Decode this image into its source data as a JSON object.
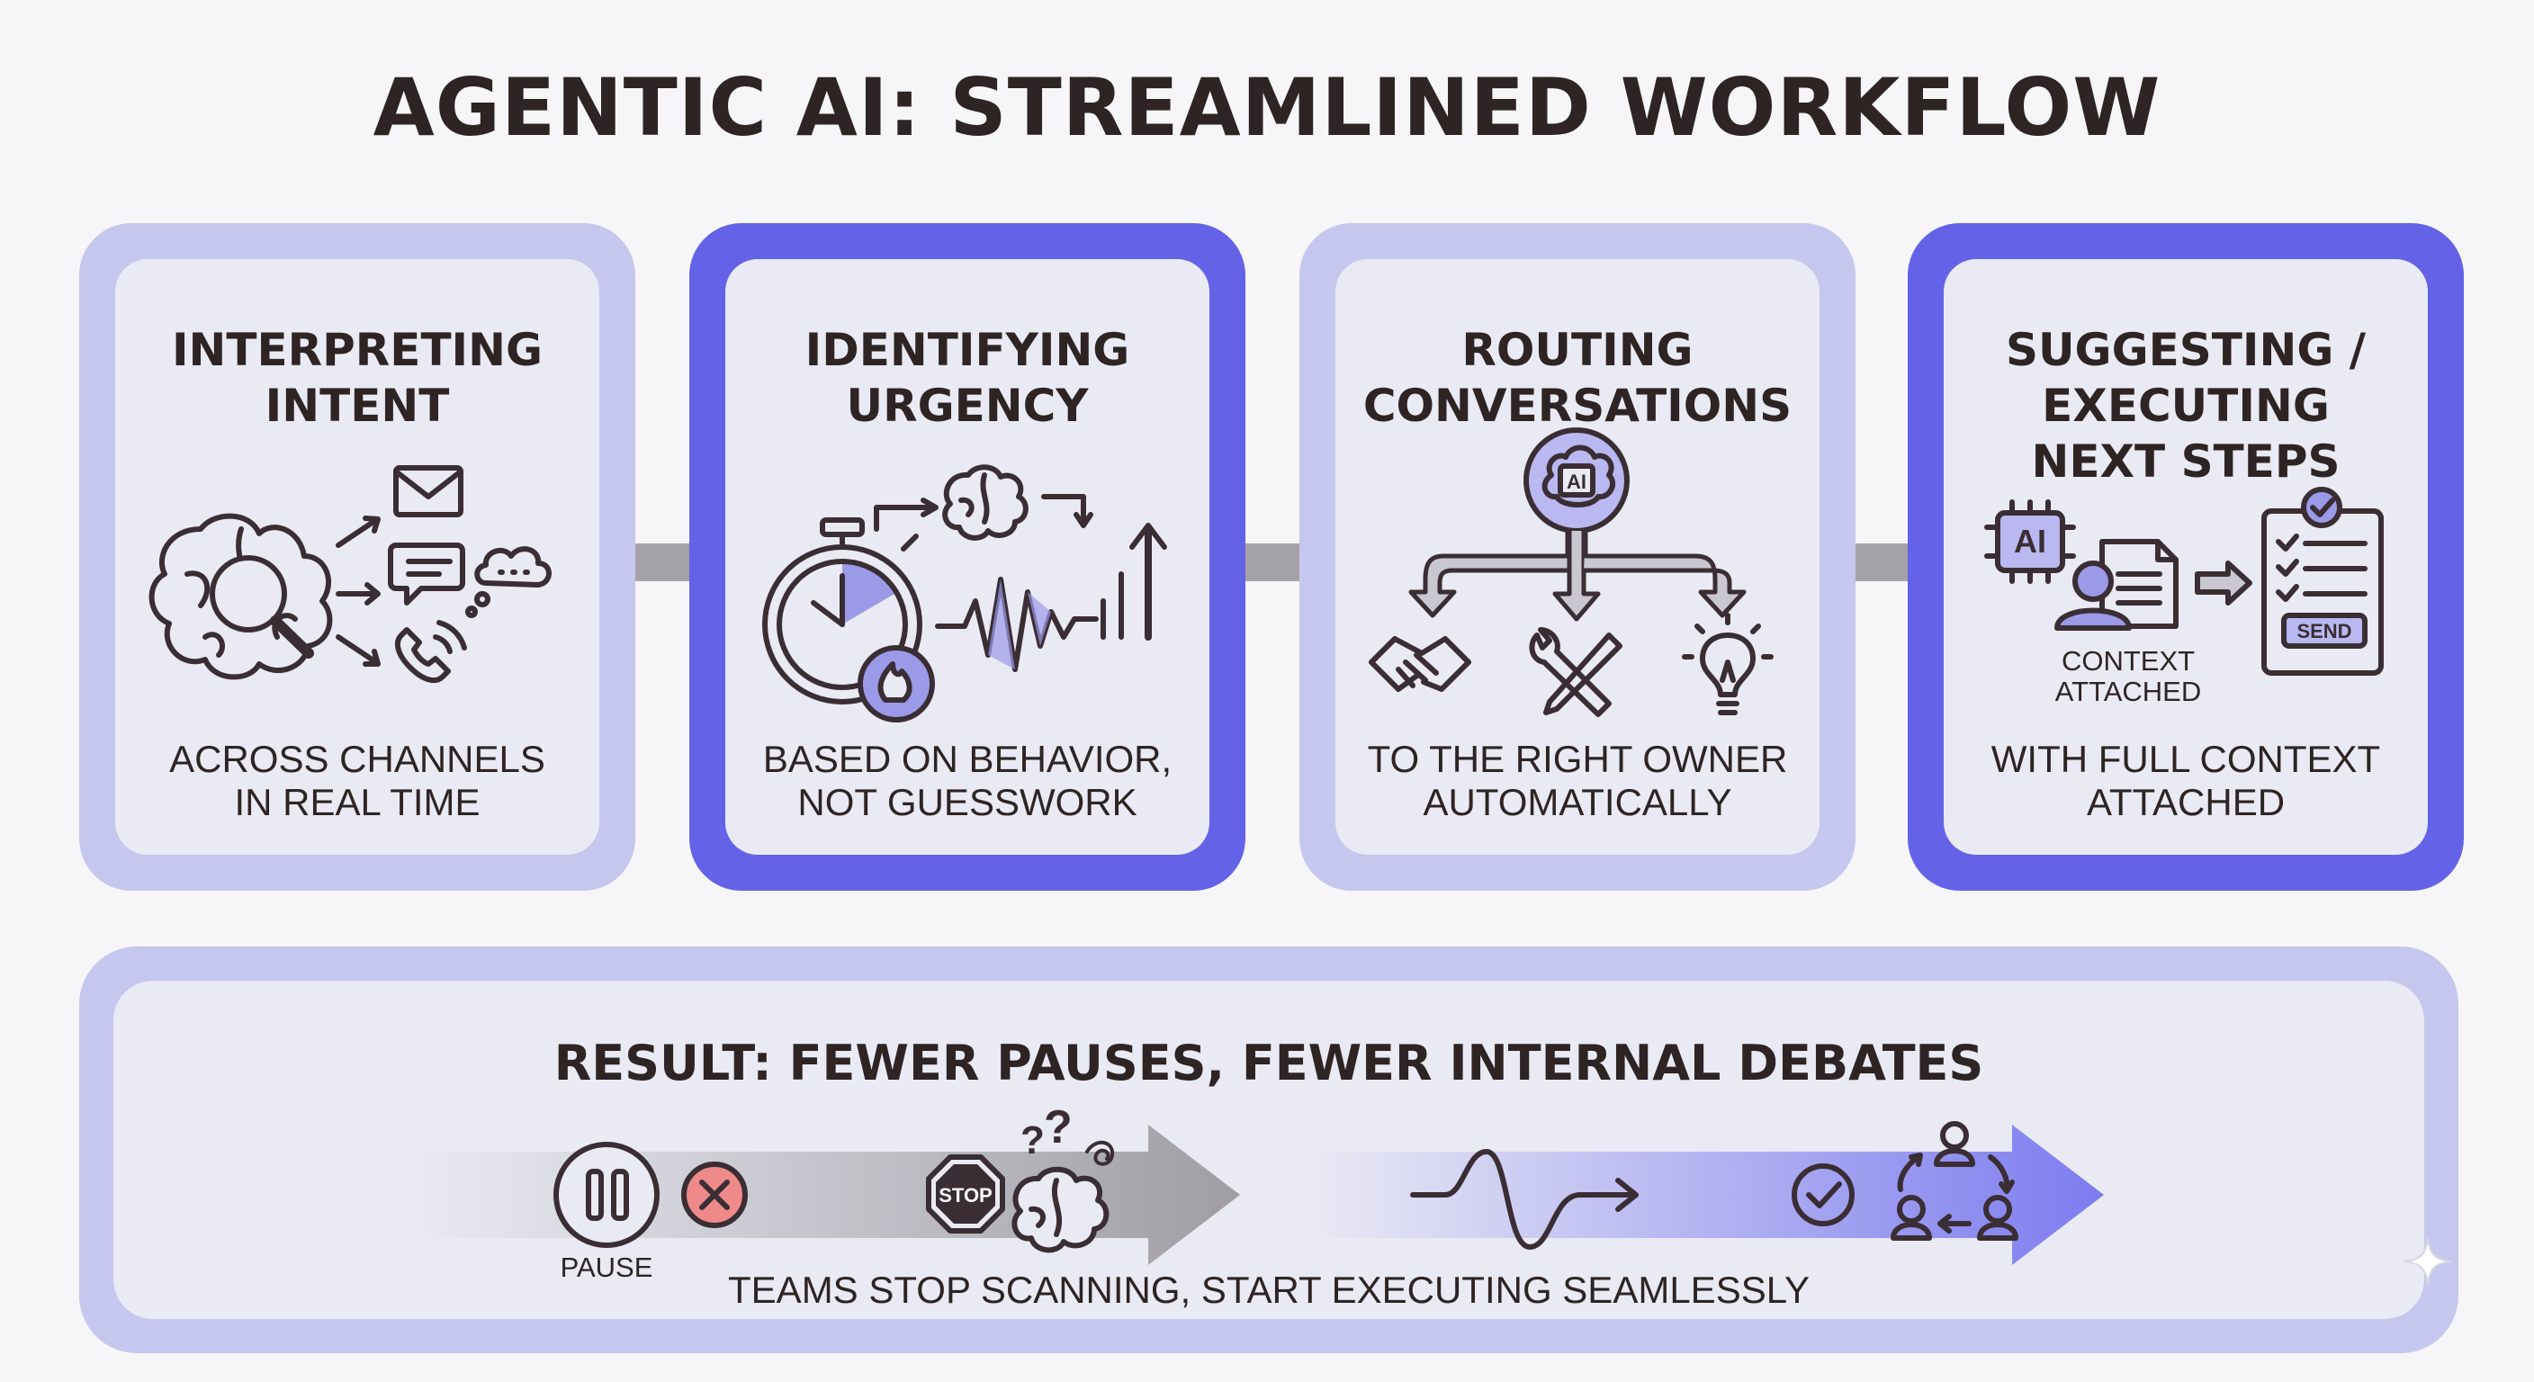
{
  "title": "AGENTIC AI: STREAMLINED WORKFLOW",
  "steps": [
    {
      "title": "INTERPRETING\nINTENT",
      "subtitle": "ACROSS CHANNELS\nIN REAL TIME",
      "style": "light"
    },
    {
      "title": "IDENTIFYING\nURGENCY",
      "subtitle": "BASED ON BEHAVIOR,\nNOT GUESSWORK",
      "style": "dark"
    },
    {
      "title": "ROUTING\nCONVERSATIONS",
      "subtitle": "TO THE RIGHT OWNER\nAUTOMATICALLY",
      "style": "light"
    },
    {
      "title": "SUGGESTING /\nEXECUTING\nNEXT STEPS",
      "subtitle": "WITH FULL CONTEXT\nATTACHED",
      "style": "dark"
    }
  ],
  "icon_labels": {
    "ai_chip": "AI",
    "context_attached": "CONTEXT\nATTACHED",
    "send": "SEND"
  },
  "result": {
    "title": "RESULT: FEWER PAUSES, FEWER INTERNAL DEBATES",
    "pause_label": "PAUSE",
    "stop_label": "STOP",
    "subtitle": "TEAMS STOP SCANNING, START EXECUTING SEAMLESSLY"
  },
  "colors": {
    "accent": "#6463e8",
    "accent_light": "#c5c7ee",
    "card_fill": "#e9eaf3",
    "icon_stroke": "#3a2e34",
    "icon_fill": "#9b9ae8",
    "cancel_red": "#ef8a8a",
    "connector": "#a4a2a8"
  }
}
